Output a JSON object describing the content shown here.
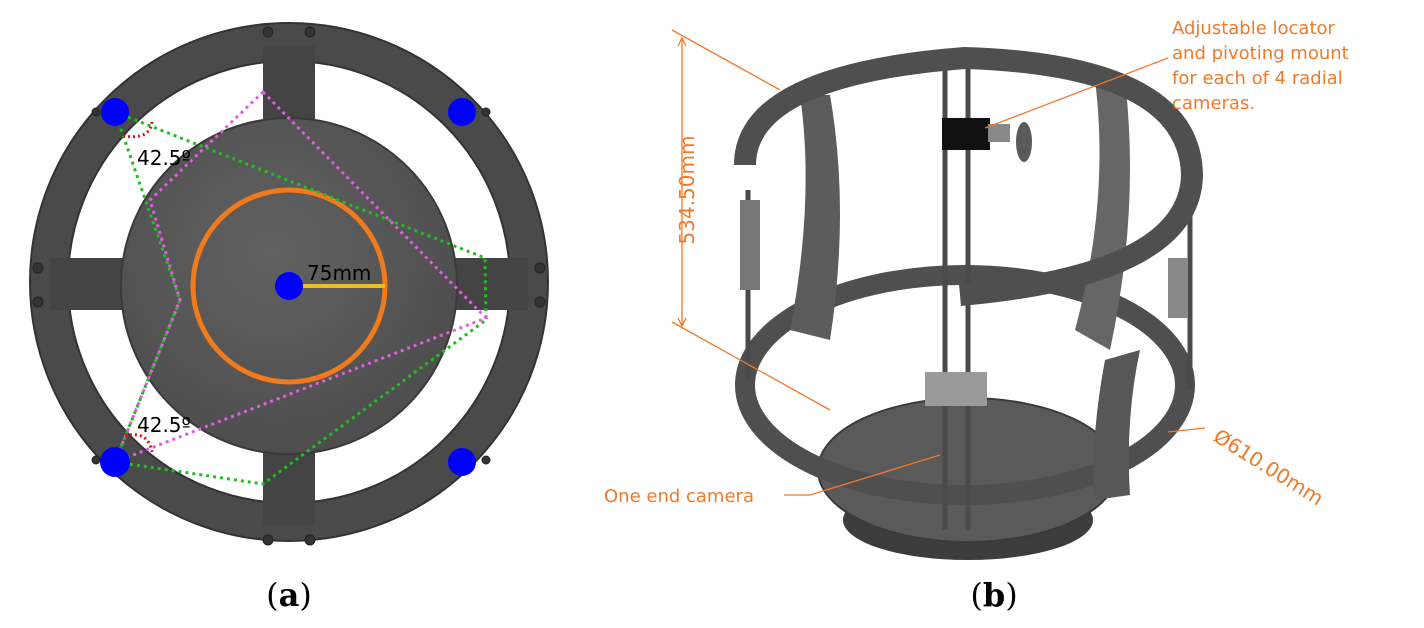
{
  "panel_a": {
    "angle_top": "42.5º",
    "angle_bottom": "42.5º",
    "radius_label": "75mm",
    "caption_open": "(",
    "caption_letter": "a",
    "caption_close": ")"
  },
  "panel_b": {
    "height_dim": "534.50mm",
    "diameter_dim": "Ø610.00mm",
    "locator_callout": [
      "Adjustable locator",
      "and pivoting mount",
      "for each of 4 radial",
      "cameras."
    ],
    "end_camera_callout": "One end camera",
    "caption_open": "(",
    "caption_letter": "b",
    "caption_close": ")"
  },
  "colors": {
    "frame": "#4a4a4a",
    "frame_edge": "#2f2f2f",
    "disc": "#555555",
    "callout": "#ef7a2a",
    "ring": "#f07a1c",
    "camera_dot": "#0000ff",
    "green_dotted": "#1fbf1f",
    "magenta_dotted": "#e25ce2",
    "red_dotted": "#e01010",
    "radius_line": "#e8c020"
  }
}
